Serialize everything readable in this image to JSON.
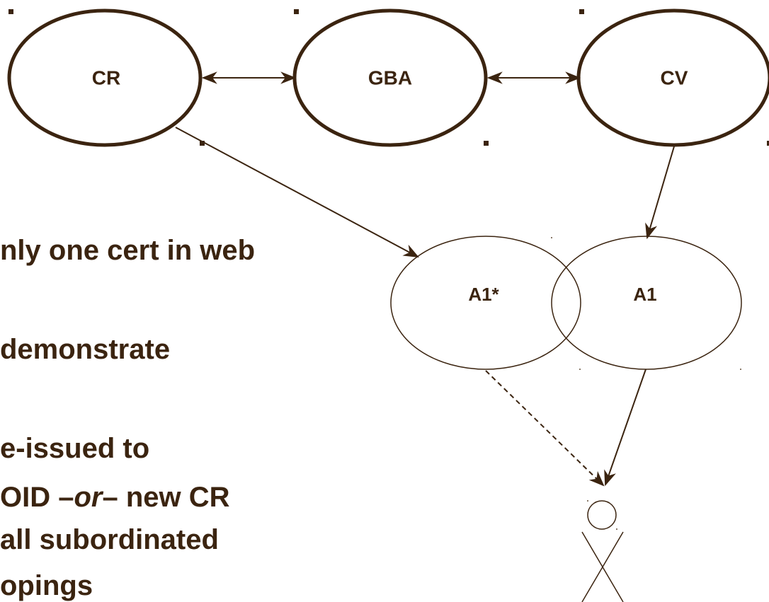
{
  "nodes": {
    "cr": "CR",
    "gba": "GBA",
    "cv": "CV",
    "a1_star": "A1*",
    "a1": "A1"
  },
  "text_lines": [
    "nly one cert in web",
    "demonstrate",
    "e-issued to",
    "all subordinated",
    "opings"
  ],
  "line4": {
    "before": " OID –",
    "italic": "or",
    "after": "– new CR"
  },
  "colors": {
    "ink": "#3b2410",
    "background": "#ffffff"
  }
}
